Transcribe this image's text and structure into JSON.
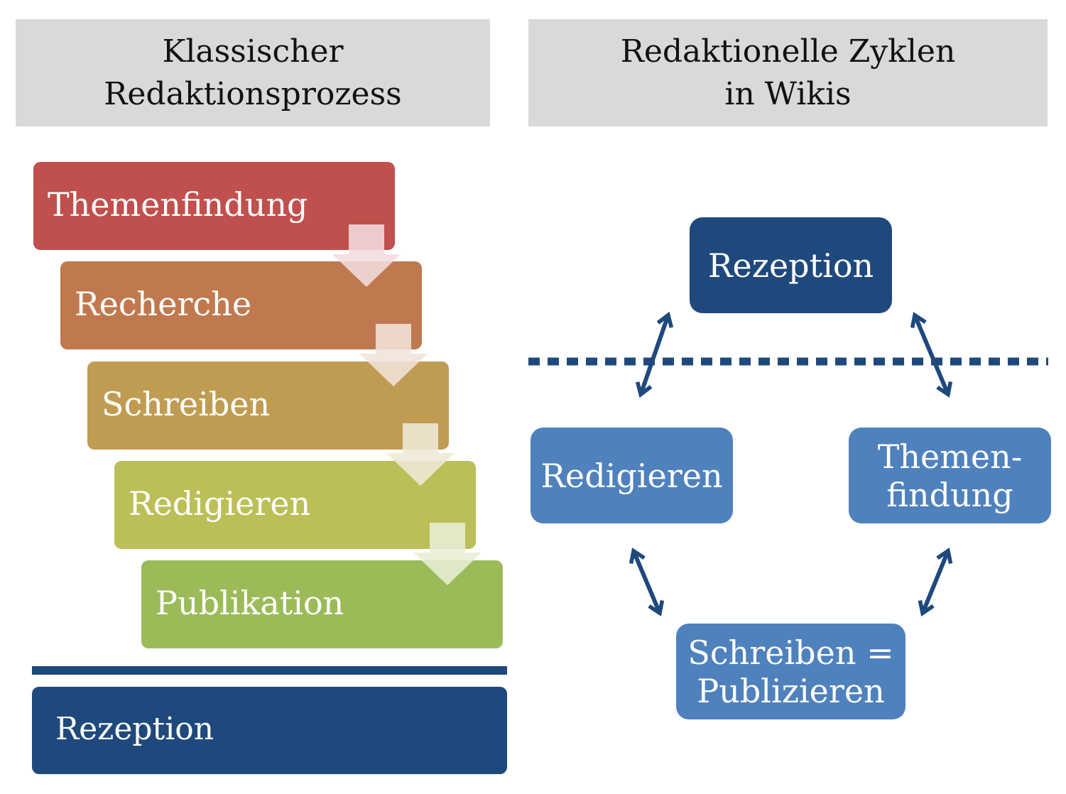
{
  "headers": {
    "left": {
      "line1": "Klassischer",
      "line2": "Redaktionsprozess"
    },
    "right": {
      "line1": "Redaktionelle Zyklen",
      "line2": "in Wikis"
    }
  },
  "classic_process": {
    "steps": [
      {
        "label": "Themenfindung",
        "color": "#c0504d"
      },
      {
        "label": "Recherche",
        "color": "#c0794f"
      },
      {
        "label": "Schreiben",
        "color": "#c09c53"
      },
      {
        "label": "Redigieren",
        "color": "#bcbf58"
      },
      {
        "label": "Publikation",
        "color": "#9bbb59"
      }
    ],
    "rezeption": {
      "label": "Rezeption",
      "color": "#1f497d"
    }
  },
  "wiki_cycle": {
    "nodes": {
      "rezeption": {
        "label": "Rezeption",
        "color": "#1f497d"
      },
      "redigieren": {
        "label": "Redigieren",
        "color": "#4f81bd"
      },
      "themenfindung": {
        "line1": "Themen-",
        "line2": "findung",
        "color": "#4f81bd"
      },
      "schreiben": {
        "line1": "Schreiben =",
        "line2": "Publizieren",
        "color": "#4f81bd"
      }
    },
    "arrow_color": "#1f497d",
    "divider_style": "dotted"
  }
}
